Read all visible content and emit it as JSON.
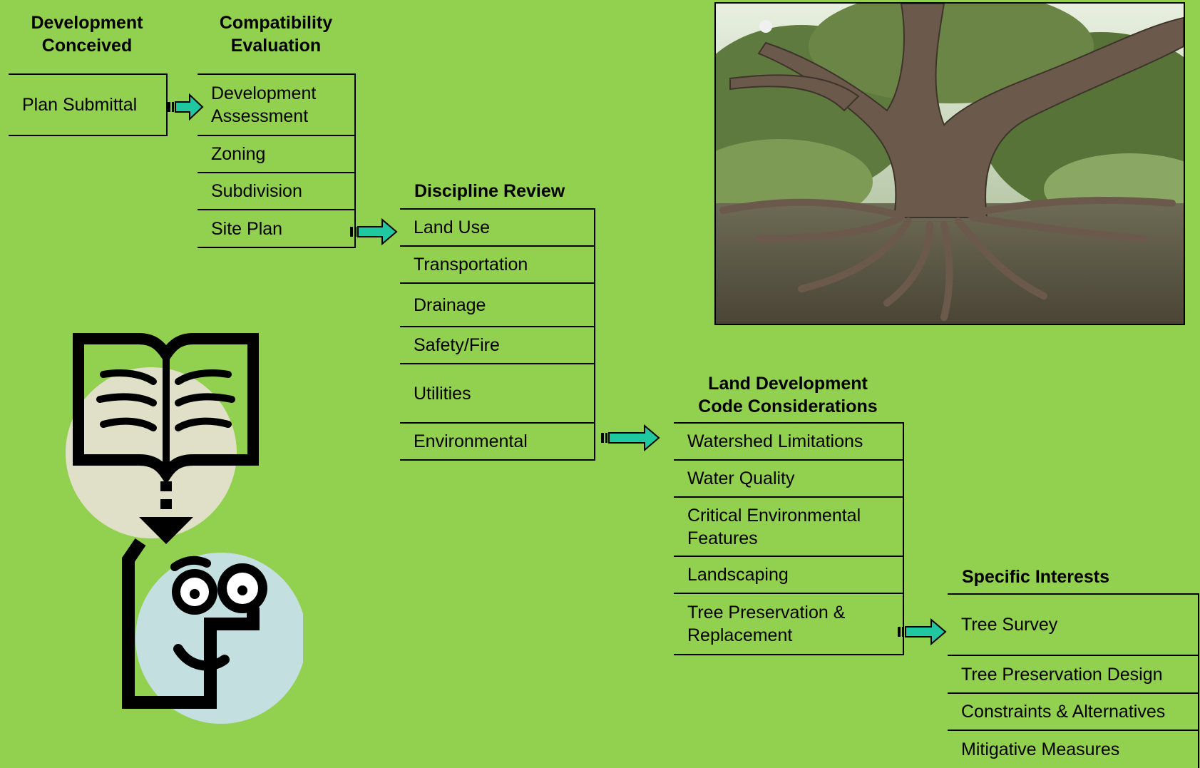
{
  "columns": {
    "dev": {
      "header": [
        "Development",
        "Conceived"
      ],
      "items": [
        "Plan Submittal"
      ]
    },
    "compat": {
      "header": [
        "Compatibility",
        "Evaluation"
      ],
      "items": [
        [
          "Development",
          "Assessment"
        ],
        [
          "Zoning"
        ],
        [
          "Subdivision"
        ],
        [
          "Site Plan"
        ]
      ]
    },
    "disc": {
      "header": [
        "Discipline Review"
      ],
      "items": [
        [
          "Land Use"
        ],
        [
          "Transportation"
        ],
        [
          "Drainage"
        ],
        [
          "Safety/Fire"
        ],
        [
          "Utilities"
        ],
        [
          "Environmental"
        ]
      ]
    },
    "ldc": {
      "header": [
        "Land Development",
        "Code Considerations"
      ],
      "items": [
        [
          "Watershed Limitations"
        ],
        [
          "Water Quality"
        ],
        [
          "Critical Environmental",
          "Features"
        ],
        [
          "Landscaping"
        ],
        [
          "Tree Preservation &",
          "Replacement"
        ]
      ]
    },
    "spec": {
      "header": [
        "Specific Interests"
      ],
      "items": [
        [
          "Tree Survey"
        ],
        [
          "Tree Preservation Design"
        ],
        [
          "Constraints & Alternatives"
        ],
        [
          "Mitigative Measures"
        ]
      ]
    }
  },
  "colors": {
    "background": "#92d050",
    "arrow": "#1fc8a0",
    "clip_book_circle": "#e0e0c8",
    "clip_face_circle": "#c3dfe0"
  },
  "icons": [
    "arrow-right-icon",
    "book-reader-clipart",
    "tree-roots-photo"
  ]
}
